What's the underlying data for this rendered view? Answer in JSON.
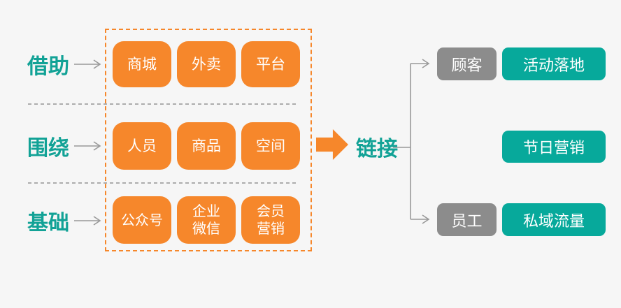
{
  "colors": {
    "bg": "#f6f6f6",
    "orange": "#f6872b",
    "teal": "#07a99b",
    "teal-text": "#12a296",
    "gray-node": "#8c8c8c",
    "line": "#999999",
    "white-text": "#ffffff"
  },
  "left": {
    "rows": [
      {
        "label": "借助",
        "chips": [
          "商城",
          "外卖",
          "平台"
        ]
      },
      {
        "label": "围绕",
        "chips": [
          "人员",
          "商品",
          "空间"
        ]
      },
      {
        "label": "基础",
        "chips": [
          "公众号",
          "企业\n微信",
          "会员\n营销"
        ]
      }
    ]
  },
  "center": {
    "link_label": "链接"
  },
  "right": {
    "rows": [
      {
        "source": "顾客",
        "result": "活动落地"
      },
      {
        "source": "",
        "result": "节日营销"
      },
      {
        "source": "员工",
        "result": "私域流量"
      }
    ]
  }
}
